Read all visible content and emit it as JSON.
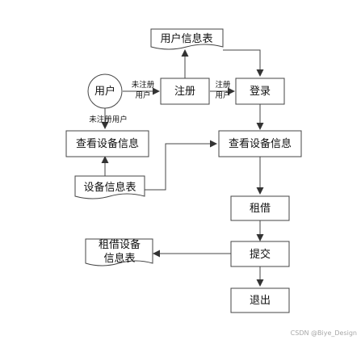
{
  "diagram": {
    "nodes": {
      "user": "用户",
      "register": "注册",
      "user_table": "用户信息表",
      "login": "登录",
      "view_left": "查看设备信息",
      "device_table": "设备信息表",
      "view_right": "查看设备信息",
      "rent": "租借",
      "rent_table_line1": "租借设备",
      "rent_table_line2": "信息表",
      "submit": "提交",
      "exit": "退出"
    },
    "edge_labels": {
      "user_to_register_line1": "未注册",
      "user_to_register_line2": "用户",
      "register_to_login_line1": "注册",
      "register_to_login_line2": "用户",
      "user_to_view": "未注册用户"
    }
  },
  "watermark": "CSDN @Biye_Design"
}
